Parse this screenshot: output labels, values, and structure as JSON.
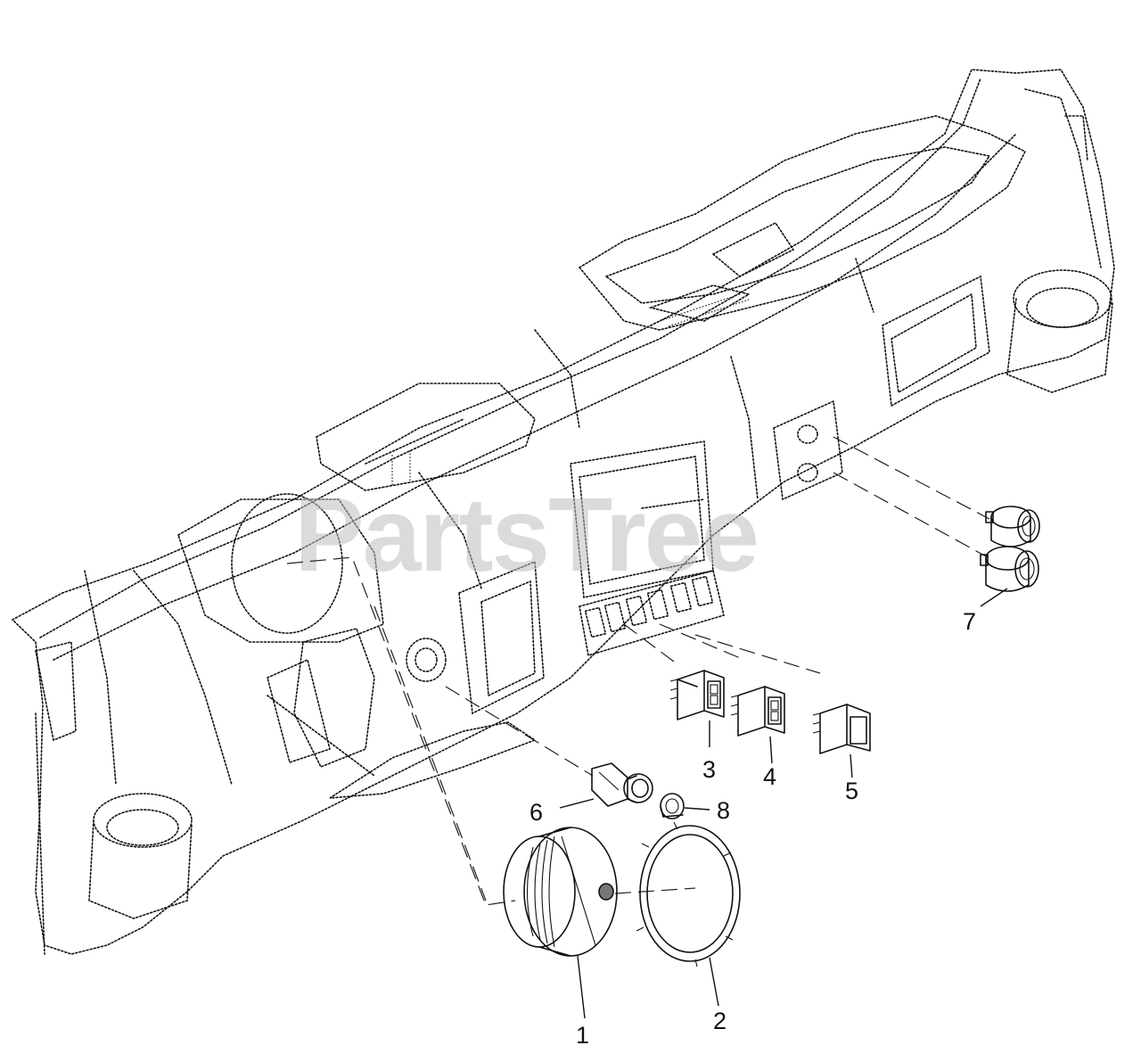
{
  "watermark": "PartsTree",
  "callouts": [
    "1",
    "2",
    "3",
    "4",
    "5",
    "6",
    "7",
    "8"
  ],
  "parts": [
    {
      "number": "1",
      "icon": "gauge-cluster-icon"
    },
    {
      "number": "2",
      "icon": "bezel-ring-icon"
    },
    {
      "number": "3",
      "icon": "rocker-switch-icon"
    },
    {
      "number": "4",
      "icon": "rocker-switch-icon"
    },
    {
      "number": "5",
      "icon": "rocker-switch-icon"
    },
    {
      "number": "6",
      "icon": "ignition-switch-icon"
    },
    {
      "number": "7",
      "icon": "power-outlet-icon"
    },
    {
      "number": "8",
      "icon": "nut-icon"
    }
  ],
  "colors": {
    "line": "#111111",
    "watermark": "#bdbdbd",
    "background": "#ffffff"
  }
}
